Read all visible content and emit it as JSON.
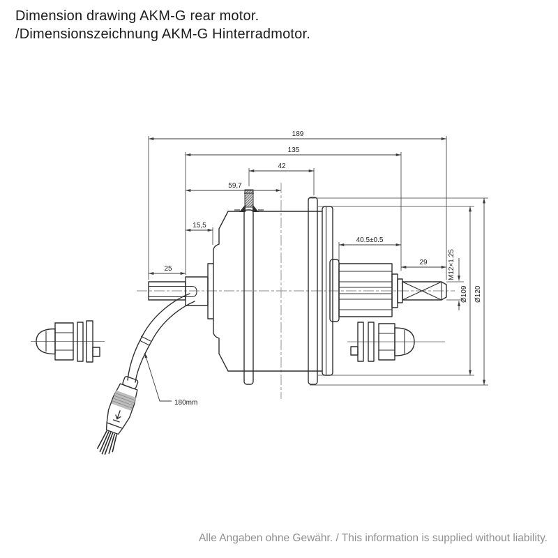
{
  "title": {
    "line1": "Dimension drawing AKM-G rear motor.",
    "line2": "/Dimensionszeichnung AKM-G Hinterradmotor."
  },
  "footer": {
    "disclaimer": "Alle Angaben ohne Gewähr.  / This information is supplied without liability."
  },
  "drawing": {
    "type": "technical-dimension-drawing",
    "subject": "AKM-G rear hub motor, side view with exploded axle nuts and motor cable",
    "dims": {
      "d189": "189",
      "d135": "135",
      "d42": "42",
      "d59_7": "59,7",
      "d15_5": "15,5",
      "d25": "25",
      "d40_5": "40.5±0.5",
      "d29": "29",
      "m12": "M12×1.25",
      "dia109": "Ø109",
      "dia120": "Ø120",
      "cable": "180mm"
    }
  },
  "colors": {
    "line": "#2f2f2f",
    "dim": "#3a3a3a",
    "centerline": "#8a8a8a",
    "band": "#bdbdbd",
    "footer_text": "#8f8f8f",
    "title_text": "#1c1c1c",
    "background": "#ffffff"
  }
}
